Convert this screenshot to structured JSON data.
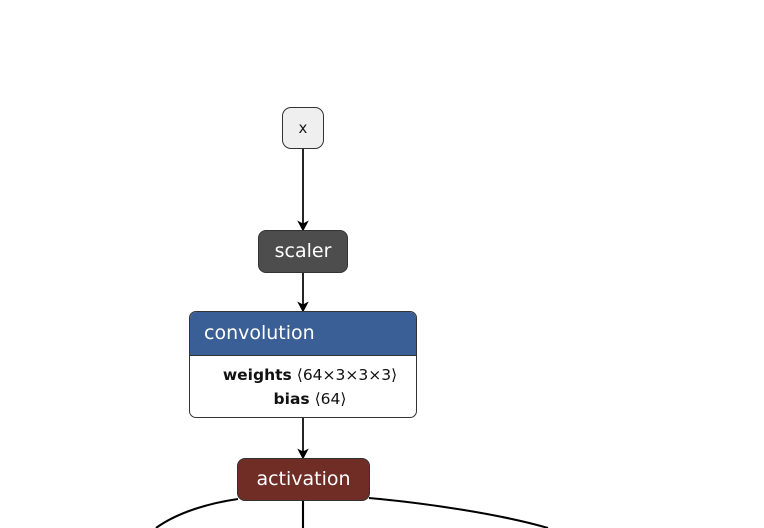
{
  "diagram": {
    "title": "neural-network-graph",
    "background_color": "#ffffff",
    "edge_color": "#000000",
    "border_color": "#333333"
  },
  "nodes": {
    "input": {
      "label": "x",
      "fill_color": "#efefef",
      "text_color": "#1a1a1a"
    },
    "scaler": {
      "label": "scaler",
      "fill_color": "#4d4d4d",
      "text_color": "#ffffff"
    },
    "convolution": {
      "label": "convolution",
      "header_color": "#3a5f96",
      "body_color": "#ffffff",
      "text_color": "#ffffff",
      "attributes": [
        {
          "name": "weights",
          "value": "⟨64×3×3×3⟩"
        },
        {
          "name": "bias",
          "value": "⟨64⟩"
        }
      ]
    },
    "activation": {
      "label": "activation",
      "fill_color": "#702d25",
      "text_color": "#ffffff"
    }
  },
  "edges": [
    {
      "from": "input",
      "to": "scaler",
      "style": "straight-arrow"
    },
    {
      "from": "scaler",
      "to": "convolution",
      "style": "straight-arrow"
    },
    {
      "from": "convolution",
      "to": "activation",
      "style": "straight-arrow"
    },
    {
      "from": "activation",
      "to": "branch-left",
      "style": "curve"
    },
    {
      "from": "activation",
      "to": "branch-down",
      "style": "straight"
    },
    {
      "from": "activation",
      "to": "branch-right",
      "style": "curve"
    }
  ]
}
